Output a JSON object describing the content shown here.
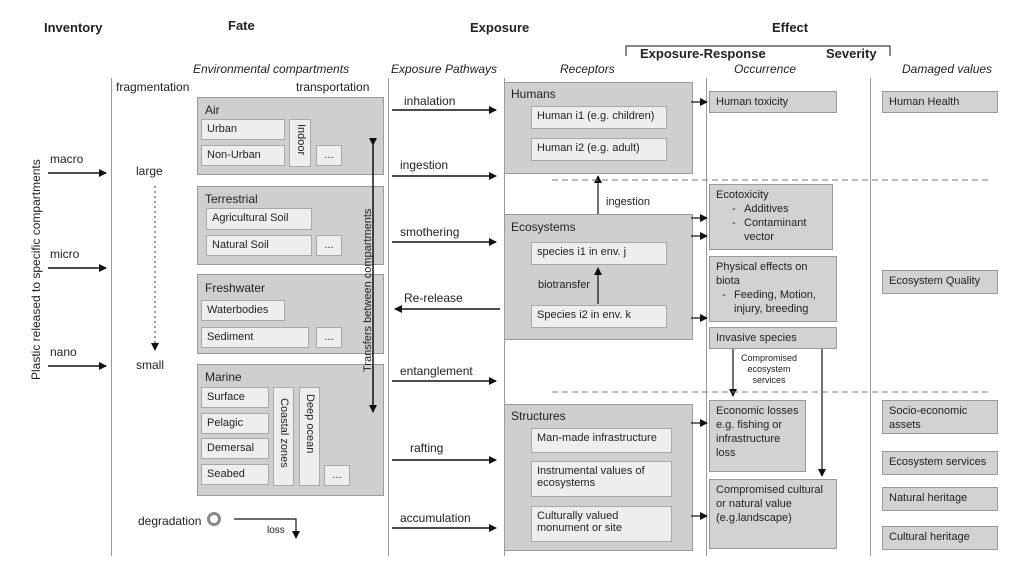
{
  "headers": {
    "inventory": "Inventory",
    "fate": "Fate",
    "exposure": "Exposure",
    "effect": "Effect",
    "exposure_response": "Exposure-Response",
    "severity": "Severity"
  },
  "subheaders": {
    "env_compartments": "Environmental compartments",
    "exposure_pathways": "Exposure Pathways",
    "receptors": "Receptors",
    "occurrence": "Occurrence",
    "damaged_values": "Damaged values"
  },
  "inventory": {
    "vertical_label": "Plastic released to specific compartments",
    "sizes": [
      "macro",
      "micro",
      "nano"
    ]
  },
  "fate": {
    "fragmentation": "fragmentation",
    "transportation": "transportation",
    "large": "large",
    "small": "small",
    "degradation": "degradation",
    "loss": "loss",
    "transfers": "Transfers between compartments"
  },
  "compartments": {
    "air": {
      "title": "Air",
      "urban": "Urban",
      "non_urban": "Non-Urban",
      "indoor": "Indoor",
      "more": "..."
    },
    "terrestrial": {
      "title": "Terrestrial",
      "agri": "Agricultural Soil",
      "natural": "Natural Soil",
      "more": "..."
    },
    "freshwater": {
      "title": "Freshwater",
      "waterbodies": "Waterbodies",
      "sediment": "Sediment",
      "more": "..."
    },
    "marine": {
      "title": "Marine",
      "surface": "Surface",
      "pelagic": "Pelagic",
      "demersal": "Demersal",
      "seabed": "Seabed",
      "coastal": "Coastal zones",
      "deep": "Deep ocean",
      "more": "..."
    }
  },
  "pathways": [
    "inhalation",
    "ingestion",
    "smothering",
    "Re-release",
    "entanglement",
    "rafting",
    "accumulation"
  ],
  "receptors": {
    "humans": {
      "title": "Humans",
      "i1": "Human i1 (e.g. children)",
      "i2": "Human i2 (e.g. adult)"
    },
    "ingestion": "ingestion",
    "ecosystems": {
      "title": "Ecosystems",
      "i1": "species i1 in env. j",
      "biotransfer": "biotransfer",
      "i2": "Species i2 in env. k"
    },
    "structures": {
      "title": "Structures",
      "s1": "Man-made infrastructure",
      "s2": "Instrumental values of ecosystems",
      "s3": "Culturally valued monument or site"
    }
  },
  "occurrence": {
    "human_toxicity": "Human toxicity",
    "ecotox_title": "Ecotoxicity",
    "ecotox_items": [
      "Additives",
      "Contaminant vector"
    ],
    "physical_title": "Physical effects on biota",
    "physical_items": [
      "Feeding, Motion, injury, breeding"
    ],
    "invasive": "Invasive species",
    "compromised_services": "Compromised ecosystem services",
    "economic": "Economic losses e.g. fishing or infrastructure loss",
    "cultural": "Compromised cultural or natural value (e.g.landscape)"
  },
  "damaged": {
    "human_health": "Human Health",
    "ecosystem_quality": "Ecosystem Quality",
    "socio": "Socio-economic assets",
    "services": "Ecosystem services",
    "natural": "Natural heritage",
    "cultural": "Cultural heritage"
  }
}
